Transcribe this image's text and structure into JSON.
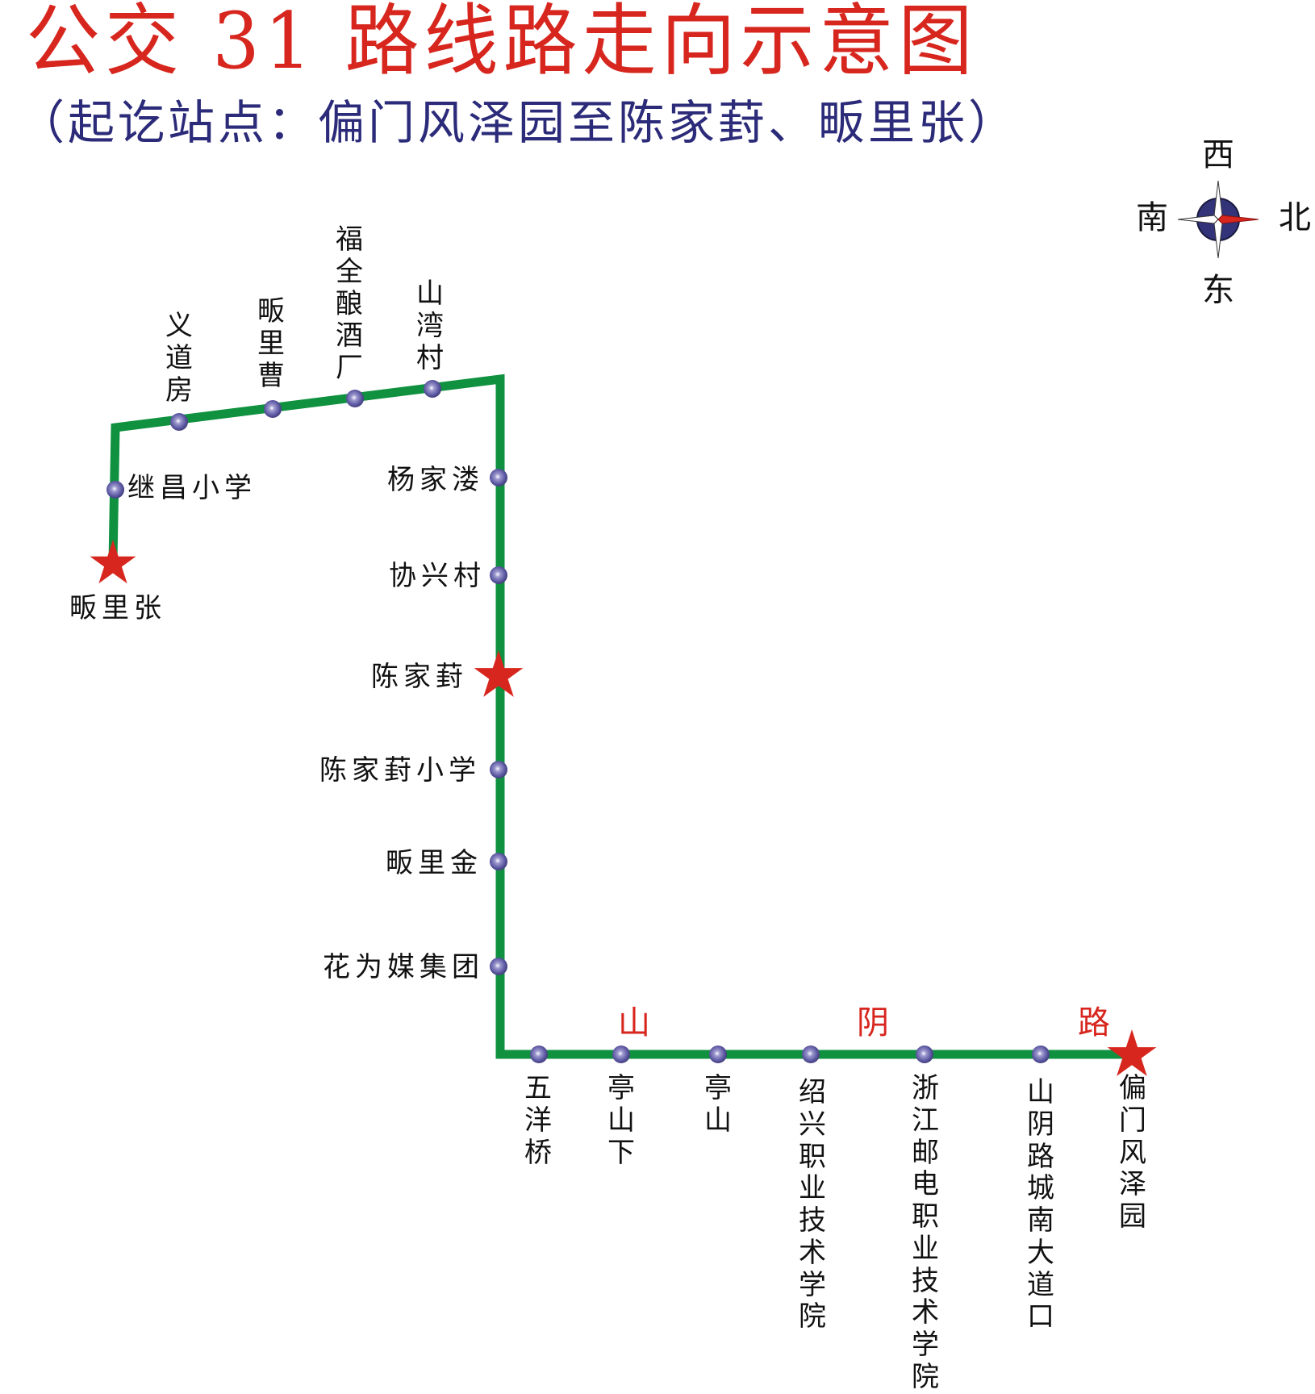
{
  "header": {
    "title": "公交 31 路线路走向示意图",
    "subtitle": "（起讫站点：偏门风泽园至陈家葑、畈里张）"
  },
  "compass": {
    "top": "西",
    "left": "南",
    "right": "北",
    "bottom": "东",
    "icon": "compass-rose-icon"
  },
  "route": {
    "line_color": "#0f9140",
    "stop_color": "#5a56a0",
    "terminal_color": "#d7261e",
    "road_name": [
      "山",
      "阴",
      "路"
    ],
    "stops": [
      {
        "name": "畈里张",
        "type": "terminal"
      },
      {
        "name": "继昌小学",
        "type": "stop"
      },
      {
        "name": "义道房",
        "type": "stop"
      },
      {
        "name": "畈里曹",
        "type": "stop"
      },
      {
        "name": "福全酿酒厂",
        "type": "stop"
      },
      {
        "name": "山湾村",
        "type": "stop"
      },
      {
        "name": "杨家溇",
        "type": "stop"
      },
      {
        "name": "协兴村",
        "type": "stop"
      },
      {
        "name": "陈家葑",
        "type": "terminal"
      },
      {
        "name": "陈家葑小学",
        "type": "stop"
      },
      {
        "name": "畈里金",
        "type": "stop"
      },
      {
        "name": "花为媒集团",
        "type": "stop"
      },
      {
        "name": "五洋桥",
        "type": "stop"
      },
      {
        "name": "亭山下",
        "type": "stop"
      },
      {
        "name": "亭　山",
        "type": "stop"
      },
      {
        "name": "绍兴职业技术学院",
        "type": "stop"
      },
      {
        "name": "浙江邮电职业技术学院",
        "type": "stop"
      },
      {
        "name": "山阴路城南大道口",
        "type": "stop"
      },
      {
        "name": "偏门风泽园",
        "type": "terminal"
      }
    ]
  }
}
